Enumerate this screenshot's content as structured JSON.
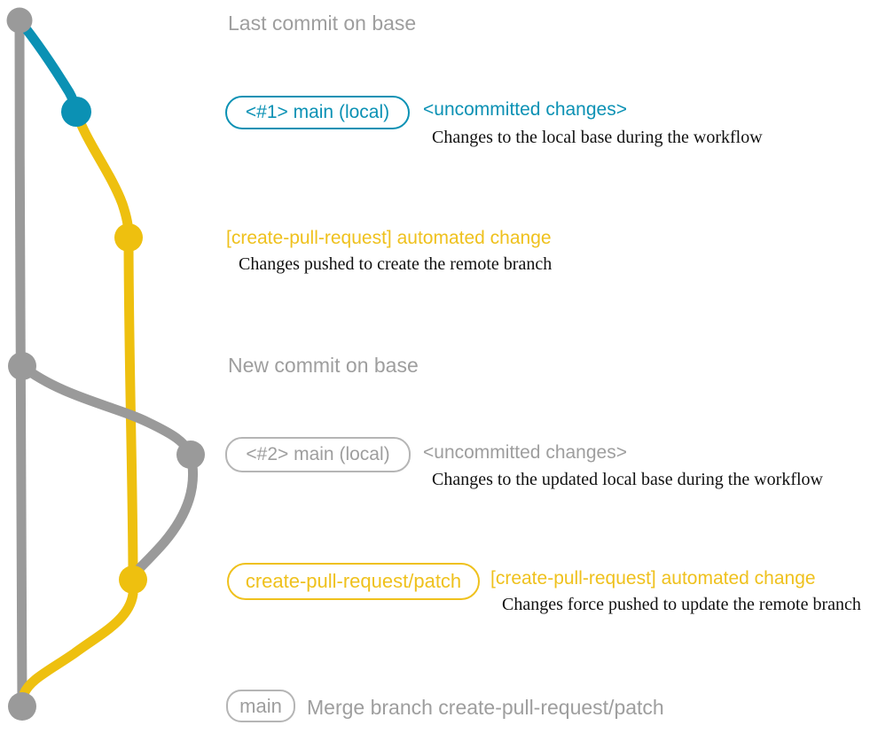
{
  "colors": {
    "base_gray": "#9a9a9a",
    "text_gray": "#9e9e9e",
    "border_gray": "#b5b5b5",
    "teal": "#0b91b4",
    "yellow_line": "#eec00f",
    "yellow_text": "#efc11d",
    "desc_black": "#111111"
  },
  "graph": {
    "commit_nodes": [
      "last-commit-on-base",
      "main-local-1",
      "automated-change-1",
      "new-commit-on-base",
      "main-local-2",
      "automated-change-2",
      "merge-commit"
    ]
  },
  "annotations": {
    "row1": {
      "label": "Last commit on base"
    },
    "row2": {
      "badge": "<#1> main (local)",
      "note": "<uncommitted changes>",
      "desc": "Changes to the local base during the workflow"
    },
    "row3": {
      "note": "[create-pull-request] automated change",
      "desc": "Changes pushed to create the remote branch"
    },
    "row4": {
      "label": "New commit on base"
    },
    "row5": {
      "badge": "<#2> main (local)",
      "note": "<uncommitted changes>",
      "desc": "Changes to the updated local base during the workflow"
    },
    "row6": {
      "badge": "create-pull-request/patch",
      "note": "[create-pull-request] automated change",
      "desc": "Changes force pushed to update the remote branch"
    },
    "row7": {
      "badge": "main",
      "label": "Merge branch create-pull-request/patch"
    }
  }
}
